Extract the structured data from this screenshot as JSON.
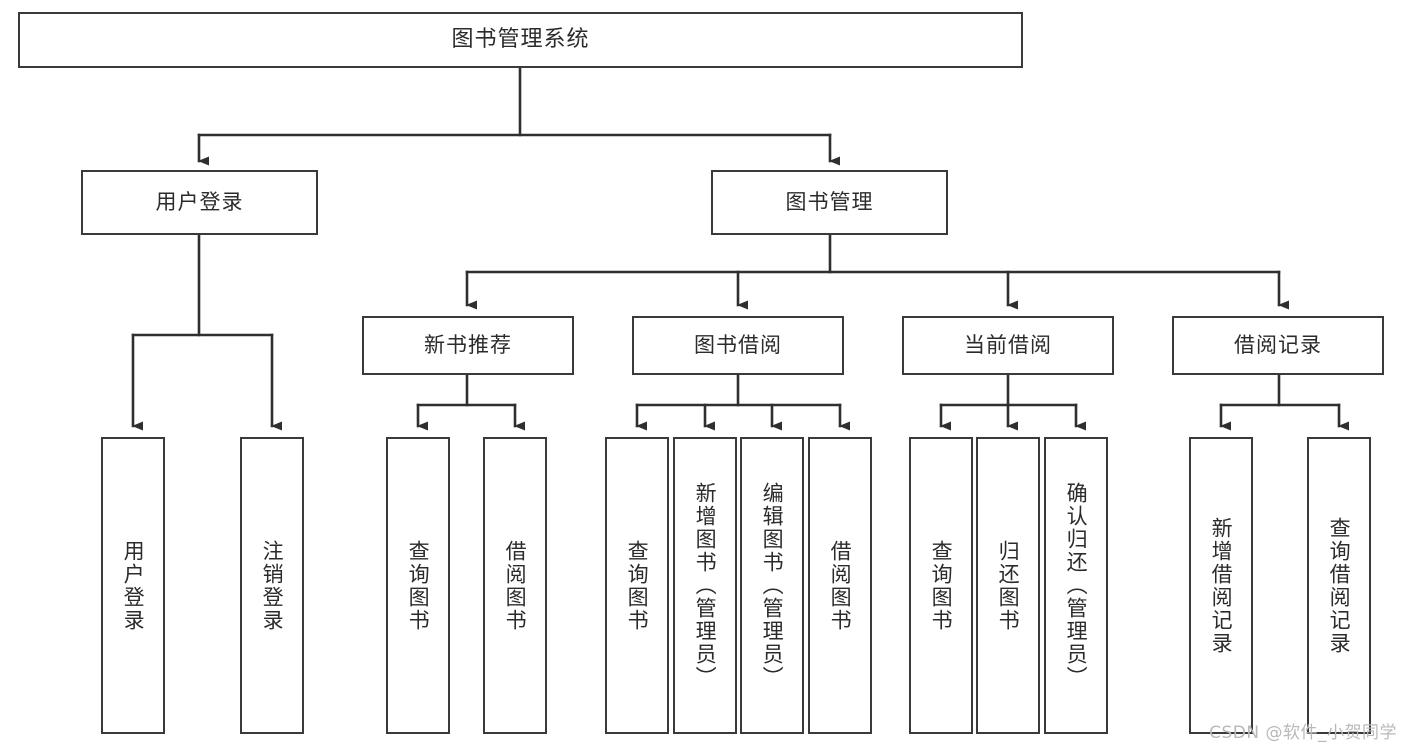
{
  "diagram": {
    "title": "图书管理系统",
    "type": "tree-hierarchy",
    "style": {
      "box_fill": "#ffffff",
      "box_stroke": "#3a3a3a",
      "edge_color": "#2f2f2f",
      "text_color": "#2b2b2b",
      "background": "#ffffff",
      "watermark_color": "#b9b9b9"
    },
    "root": {
      "id": "root",
      "label": "图书管理系统"
    },
    "level2": [
      {
        "id": "user-login",
        "label": "用户登录"
      },
      {
        "id": "book-manage",
        "label": "图书管理"
      }
    ],
    "level3": [
      {
        "id": "new-book-rec",
        "label": "新书推荐",
        "parent": "book-manage"
      },
      {
        "id": "book-borrow",
        "label": "图书借阅",
        "parent": "book-manage"
      },
      {
        "id": "current-borrow",
        "label": "当前借阅",
        "parent": "book-manage"
      },
      {
        "id": "borrow-record",
        "label": "借阅记录",
        "parent": "book-manage"
      }
    ],
    "leaves": [
      {
        "id": "leaf-user-login",
        "label": "用户登录",
        "parent": "user-login"
      },
      {
        "id": "leaf-logout",
        "label": "注销登录",
        "parent": "user-login"
      },
      {
        "id": "leaf-query-book-1",
        "label": "查询图书",
        "parent": "new-book-rec"
      },
      {
        "id": "leaf-borrow-book-1",
        "label": "借阅图书",
        "parent": "new-book-rec"
      },
      {
        "id": "leaf-query-book-2",
        "label": "查询图书",
        "parent": "book-borrow"
      },
      {
        "id": "leaf-add-book",
        "label": "新增图书（管理员）",
        "parent": "book-borrow"
      },
      {
        "id": "leaf-edit-book",
        "label": "编辑图书（管理员）",
        "parent": "book-borrow"
      },
      {
        "id": "leaf-borrow-book-2",
        "label": "借阅图书",
        "parent": "book-borrow"
      },
      {
        "id": "leaf-query-book-3",
        "label": "查询图书",
        "parent": "current-borrow"
      },
      {
        "id": "leaf-return-book",
        "label": "归还图书",
        "parent": "current-borrow"
      },
      {
        "id": "leaf-confirm-return",
        "label": "确认归还（管理员）",
        "parent": "current-borrow"
      },
      {
        "id": "leaf-add-record",
        "label": "新增借阅记录",
        "parent": "borrow-record"
      },
      {
        "id": "leaf-query-record",
        "label": "查询借阅记录",
        "parent": "borrow-record"
      }
    ],
    "watermark": "CSDN @软件_小贺同学"
  }
}
